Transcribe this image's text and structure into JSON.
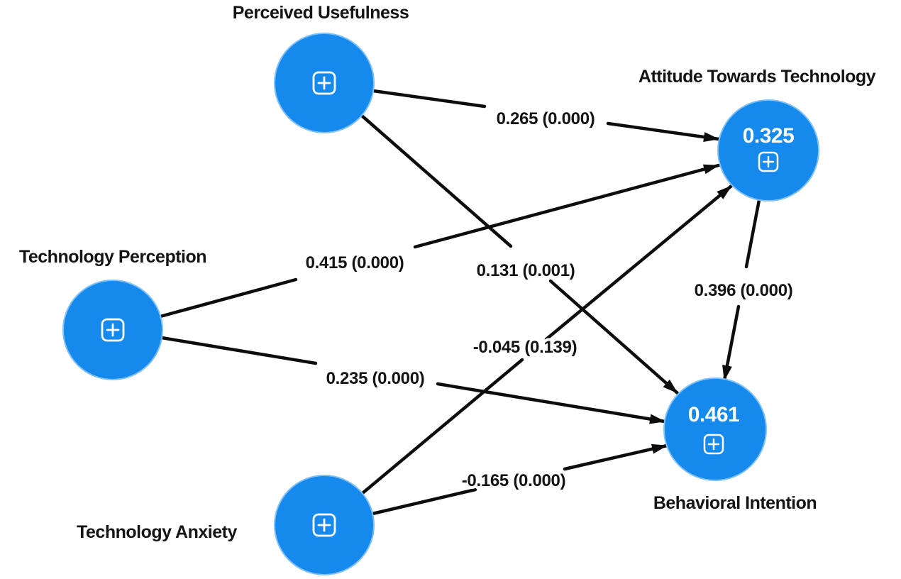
{
  "diagram": {
    "type": "sem-path-model",
    "nodes": [
      {
        "id": "perceived-usefulness",
        "label": "Perceived Usefulness",
        "value": ""
      },
      {
        "id": "technology-perception",
        "label": "Technology Perception",
        "value": ""
      },
      {
        "id": "technology-anxiety",
        "label": "Technology Anxiety",
        "value": ""
      },
      {
        "id": "attitude-towards-technology",
        "label": "Attitude Towards Technology",
        "value": "0.325"
      },
      {
        "id": "behavioral-intention",
        "label": "Behavioral Intention",
        "value": "0.461"
      }
    ],
    "paths": [
      {
        "from": "Perceived Usefulness",
        "to": "Attitude Towards Technology",
        "label": "0.265 (0.000)"
      },
      {
        "from": "Technology Perception",
        "to": "Attitude Towards Technology",
        "label": "0.415 (0.000)"
      },
      {
        "from": "Technology Anxiety",
        "to": "Attitude Towards Technology",
        "label": "-0.045 (0.139)"
      },
      {
        "from": "Perceived Usefulness",
        "to": "Behavioral Intention",
        "label": "0.131 (0.001)"
      },
      {
        "from": "Technology Perception",
        "to": "Behavioral Intention",
        "label": "0.235 (0.000)"
      },
      {
        "from": "Attitude Towards Technology",
        "to": "Behavioral Intention",
        "label": "0.396 (0.000)"
      },
      {
        "from": "Technology Anxiety",
        "to": "Behavioral Intention",
        "label": "-0.165 (0.000)"
      }
    ],
    "icons": {
      "node_expand_icon": "plus-square-icon"
    },
    "colors": {
      "node_fill": "#1689EC",
      "node_rim": "#7FC0F5",
      "arrow": "#0D0D0D",
      "label_text": "#141414",
      "value_text": "#FFFFFF",
      "background": "#FFFFFF"
    }
  }
}
